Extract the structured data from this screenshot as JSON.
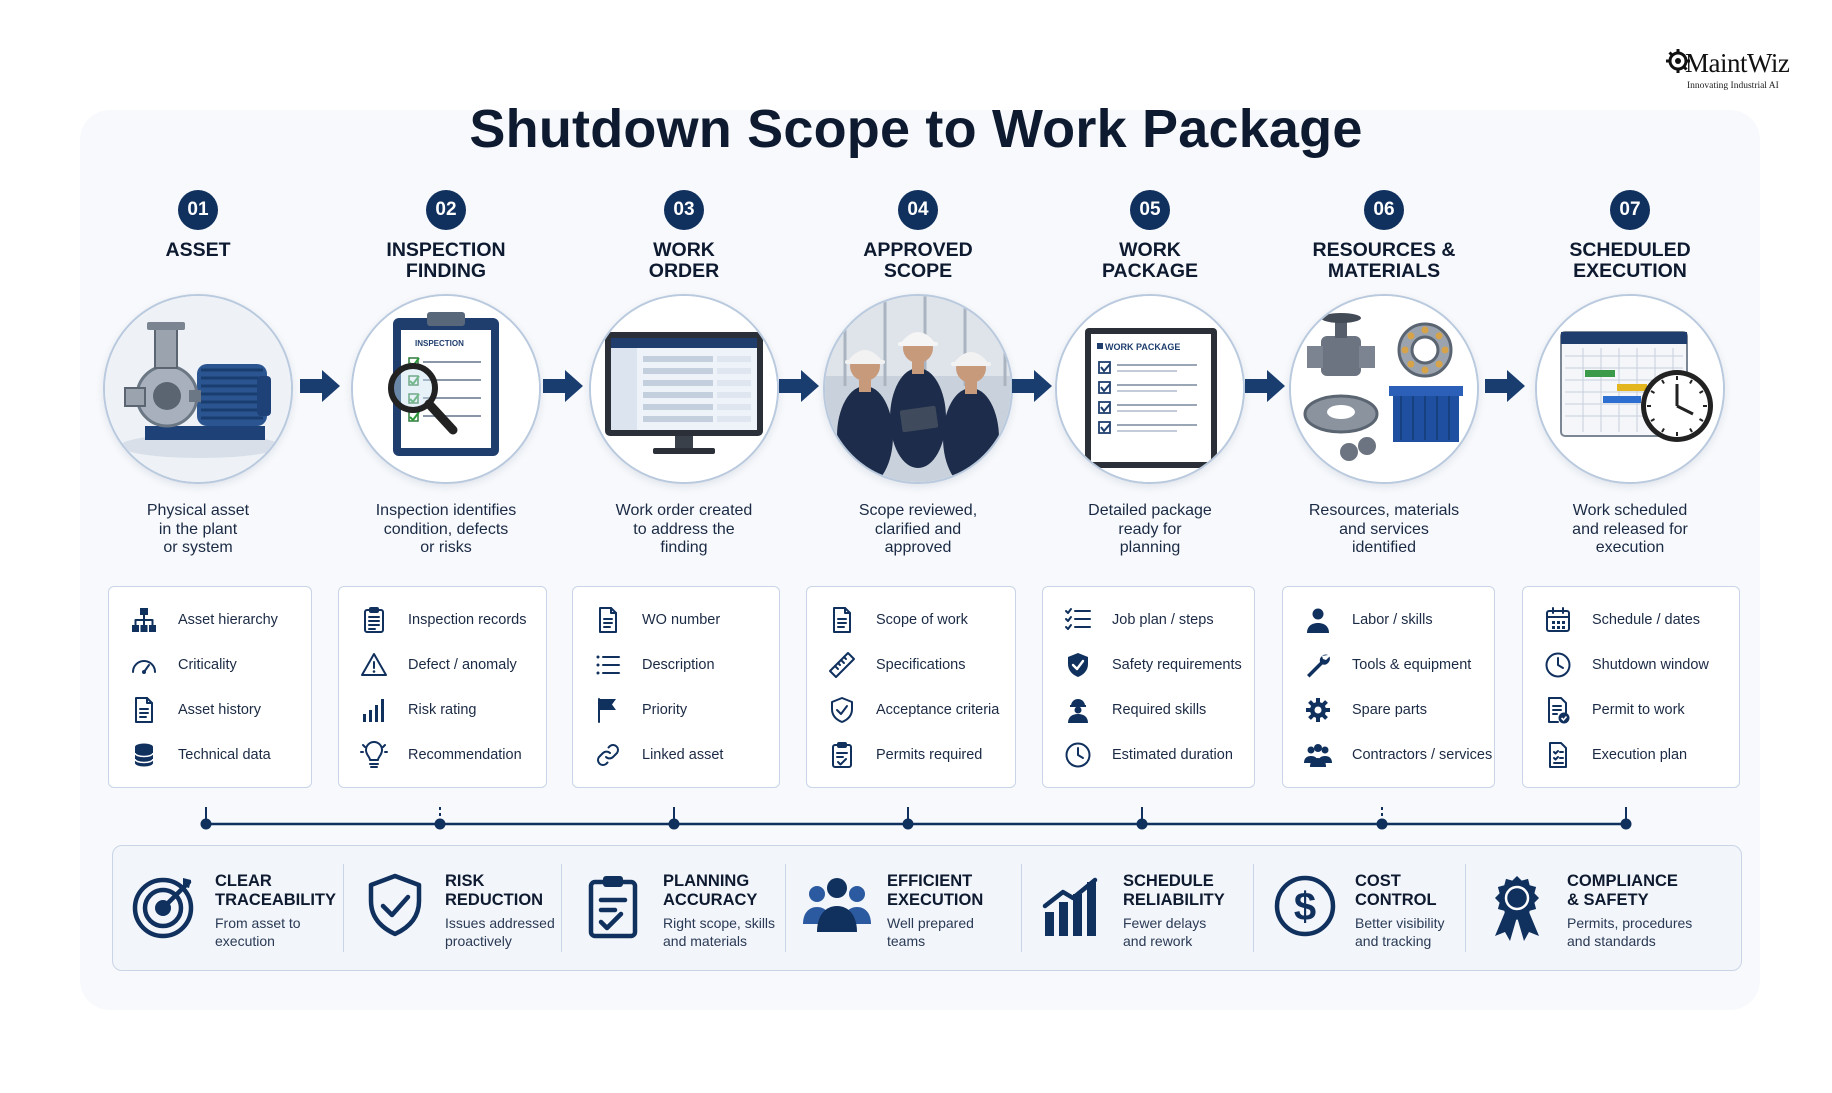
{
  "brand": {
    "name": "MaintWiz",
    "tagline": "Innovating Industrial AI"
  },
  "title": "Shutdown Scope to Work Package",
  "colors": {
    "navy": "#10305e",
    "accent_blue": "#2c5aa0",
    "border": "#c9d5e6"
  },
  "steps": [
    {
      "num": "01",
      "title": "ASSET",
      "desc": "Physical asset\nin the plant\nor system",
      "image": "pump-motor-illustration"
    },
    {
      "num": "02",
      "title": "INSPECTION\nFINDING",
      "desc": "Inspection identifies\ncondition, defects\nor risks",
      "image": "clipboard-magnifier-illustration",
      "image_text": "INSPECTION"
    },
    {
      "num": "03",
      "title": "WORK\nORDER",
      "desc": "Work order created\nto address the\nfinding",
      "image": "computer-monitor-illustration"
    },
    {
      "num": "04",
      "title": "APPROVED\nSCOPE",
      "desc": "Scope reviewed,\nclarified and\napproved",
      "image": "engineers-reviewing-photo"
    },
    {
      "num": "05",
      "title": "WORK\nPACKAGE",
      "desc": "Detailed package\nready for\nplanning",
      "image": "work-package-document-illustration",
      "image_text": "WORK PACKAGE"
    },
    {
      "num": "06",
      "title": "RESOURCES &\nMATERIALS",
      "desc": "Resources, materials\nand services\nidentified",
      "image": "valves-bearings-parts-illustration"
    },
    {
      "num": "07",
      "title": "SCHEDULED\nEXECUTION",
      "desc": "Work scheduled\nand released for\nexecution",
      "image": "calendar-clock-illustration"
    }
  ],
  "cards": [
    {
      "items": [
        {
          "icon": "hierarchy-icon",
          "label": "Asset hierarchy"
        },
        {
          "icon": "gauge-icon",
          "label": "Criticality"
        },
        {
          "icon": "document-icon",
          "label": "Asset history"
        },
        {
          "icon": "database-icon",
          "label": "Technical data"
        }
      ]
    },
    {
      "items": [
        {
          "icon": "clipboard-list-icon",
          "label": "Inspection records"
        },
        {
          "icon": "warning-icon",
          "label": "Defect / anomaly"
        },
        {
          "icon": "bar-chart-icon",
          "label": "Risk rating"
        },
        {
          "icon": "lightbulb-icon",
          "label": "Recommendation"
        }
      ]
    },
    {
      "items": [
        {
          "icon": "document-icon",
          "label": "WO number"
        },
        {
          "icon": "list-icon",
          "label": "Description"
        },
        {
          "icon": "flag-icon",
          "label": "Priority"
        },
        {
          "icon": "link-icon",
          "label": "Linked asset"
        }
      ]
    },
    {
      "items": [
        {
          "icon": "document-icon",
          "label": "Scope of work"
        },
        {
          "icon": "ruler-icon",
          "label": "Specifications"
        },
        {
          "icon": "shield-check-icon",
          "label": "Acceptance criteria"
        },
        {
          "icon": "clipboard-check-icon",
          "label": "Permits required"
        }
      ]
    },
    {
      "items": [
        {
          "icon": "checklist-icon",
          "label": "Job plan / steps"
        },
        {
          "icon": "shield-check-filled-icon",
          "label": "Safety requirements"
        },
        {
          "icon": "worker-icon",
          "label": "Required skills"
        },
        {
          "icon": "clock-icon",
          "label": "Estimated duration"
        }
      ]
    },
    {
      "items": [
        {
          "icon": "person-icon",
          "label": "Labor / skills"
        },
        {
          "icon": "wrench-icon",
          "label": "Tools & equipment"
        },
        {
          "icon": "gear-icon",
          "label": "Spare parts"
        },
        {
          "icon": "group-icon",
          "label": "Contractors / services"
        }
      ]
    },
    {
      "items": [
        {
          "icon": "calendar-icon",
          "label": "Schedule / dates"
        },
        {
          "icon": "clock-icon",
          "label": "Shutdown window"
        },
        {
          "icon": "permit-icon",
          "label": "Permit to work"
        },
        {
          "icon": "plan-document-icon",
          "label": "Execution plan"
        }
      ]
    }
  ],
  "benefits": [
    {
      "icon": "target-icon",
      "title": "CLEAR\nTRACEABILITY",
      "desc": "From asset to\nexecution"
    },
    {
      "icon": "shield-check-icon",
      "title": "RISK\nREDUCTION",
      "desc": "Issues addressed\nproactively"
    },
    {
      "icon": "clipboard-check-icon",
      "title": "PLANNING\nACCURACY",
      "desc": "Right scope, skills\nand materials"
    },
    {
      "icon": "team-icon",
      "title": "EFFICIENT\nEXECUTION",
      "desc": "Well prepared\nteams"
    },
    {
      "icon": "bar-chart-icon",
      "title": "SCHEDULE\nRELIABILITY",
      "desc": "Fewer delays\nand rework"
    },
    {
      "icon": "dollar-icon",
      "title": "COST\nCONTROL",
      "desc": "Better visibility\nand tracking"
    },
    {
      "icon": "award-ribbon-icon",
      "title": "COMPLIANCE\n& SAFETY",
      "desc": "Permits, procedures\nand standards"
    }
  ]
}
